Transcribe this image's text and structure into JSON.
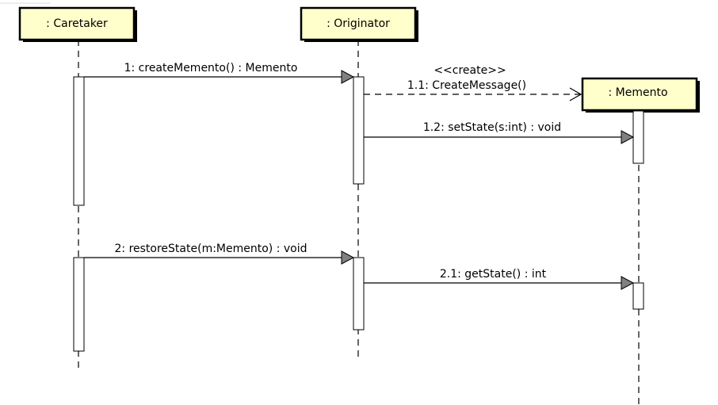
{
  "colors": {
    "lifeline_box_fill": "#ffffcc",
    "stroke": "#000000",
    "arrowhead_fill": "#808080",
    "activation_fill": "#ffffff"
  },
  "lifelines": {
    "caretaker": ": Caretaker",
    "originator": ": Originator",
    "memento": ": Memento"
  },
  "messages": {
    "m1": "1: createMemento() : Memento",
    "m1_1_stereotype": "<<create>>",
    "m1_1": "1.1: CreateMessage()",
    "m1_2": "1.2: setState(s:int) : void",
    "m2": "2: restoreState(m:Memento) : void",
    "m2_1": "2.1: getState() : int"
  }
}
